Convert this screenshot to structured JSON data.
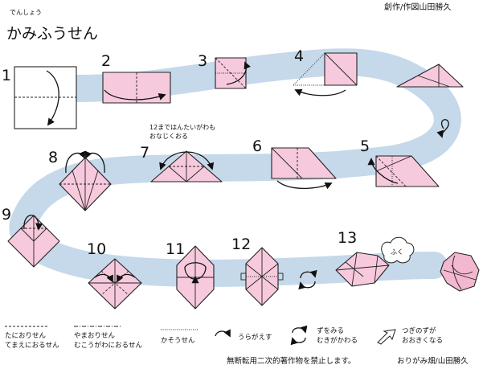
{
  "title": {
    "ruby": "でんしょう",
    "main": "かみふうせん"
  },
  "credit_top": "創作/作図山田勝久",
  "steps": {
    "s1": "1",
    "s2": "2",
    "s3": "3",
    "s4": "4",
    "s5": "5",
    "s6": "6",
    "s7": "7",
    "s8": "8",
    "s9": "9",
    "s10": "10",
    "s11": "11",
    "s12": "12",
    "s13": "13"
  },
  "notes": {
    "step7_line1": "12まではんたいがわも",
    "step7_line2": "おなじくおる",
    "puff": "ふく"
  },
  "legend": {
    "valley_1": "たにおりせん",
    "valley_2": "てまえにおるせん",
    "mountain_1": "やまおりせん",
    "mountain_2": "むこうがわにおるせん",
    "crease": "かそうせん",
    "turn_over": "うらがえす",
    "rotate_1": "ずをみる",
    "rotate_2": "むきがかわる",
    "next_bigger_1": "つぎのずが",
    "next_bigger_2": "おおきくなる"
  },
  "footer": {
    "copyright": "無断転用二次的著作物を禁止します。",
    "credit": "おりがみ畑/山田勝久"
  },
  "colors": {
    "paper": "#f7c9dd",
    "path": "#c5d9ea",
    "ink": "#111111"
  }
}
